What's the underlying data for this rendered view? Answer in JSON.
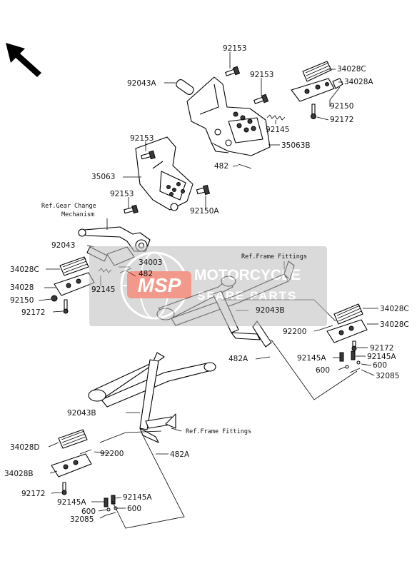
{
  "labels": {
    "l92153a": "92153",
    "l92043A": "92043A",
    "l92153b": "92153",
    "l34028C1": "34028C",
    "l34028A": "34028A",
    "l92150a": "92150",
    "l92145a": "92145",
    "l92172a": "92172",
    "l35063B": "35063B",
    "l482a": "482",
    "l92153c": "92153",
    "l35063": "35063",
    "l92153d": "92153",
    "l92150A": "92150A",
    "l92043": "92043",
    "l34003": "34003",
    "l482b": "482",
    "l34028C2": "34028C",
    "l34028": "34028",
    "l92150b": "92150",
    "l92172b": "92172",
    "l92145b": "92145",
    "l92043B1": "92043B",
    "l34028C3": "34028C",
    "l34028C4": "34028C",
    "l92200a": "92200",
    "l92172c": "92172",
    "l482A1": "482A",
    "l92145A1": "92145A",
    "l92145A2": "92145A",
    "l600a": "600",
    "l600b": "600",
    "l32085a": "32085",
    "l92043B2": "92043B",
    "l34028D": "34028D",
    "l92200b": "92200",
    "l482A2": "482A",
    "l34028B": "34028B",
    "l92172d": "92172",
    "l92145A3": "92145A",
    "l92145A4": "92145A",
    "l600c": "600",
    "l600d": "600",
    "l32085b": "32085"
  },
  "references": {
    "gear_change_line1": "Ref.Gear Change",
    "gear_change_line2": "Mechanism",
    "frame_fittings_1": "Ref.Frame Fittings",
    "frame_fittings_2": "Ref.Frame Fittings"
  },
  "watermark": {
    "logo": "MSP",
    "brand": "MOTORCYCLE",
    "tagline": "SPARE PARTS"
  },
  "colors": {
    "watermark_bg": "#bdbdbd",
    "logo_red": "#e8462f",
    "line": "#000000"
  }
}
